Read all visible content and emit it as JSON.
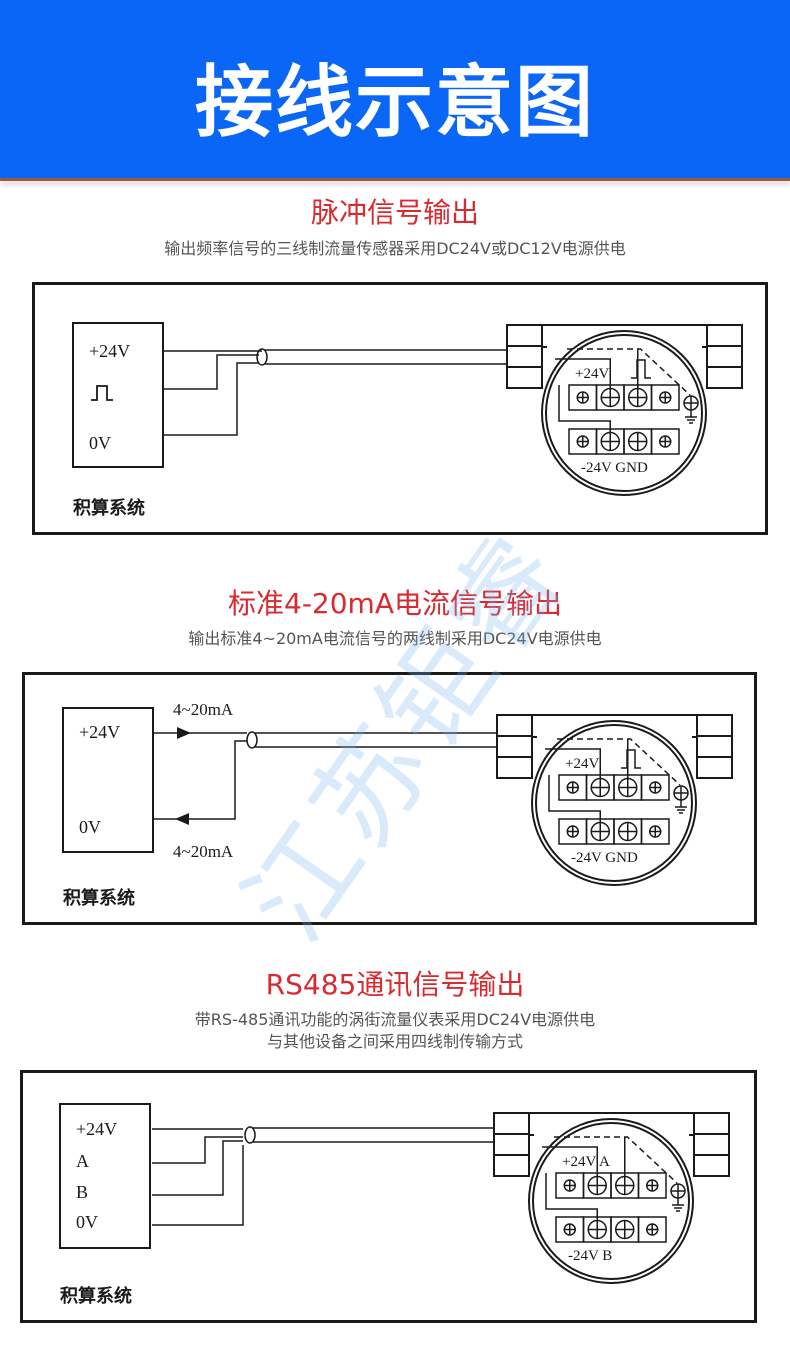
{
  "header": {
    "title": "接线示意图"
  },
  "watermark": "江苏钜睿",
  "sections": [
    {
      "title": "脉冲信号输出",
      "subtitle": [
        "输出频率信号的三线制流量传感器采用DC24V或DC12V电源供电"
      ],
      "system_labels": [
        "+24V",
        "⎍",
        "0V"
      ],
      "system_name": "积算系统",
      "sensor_top_label": "+24V",
      "sensor_top_symbol": "⎍",
      "sensor_bottom_label": "-24V GND",
      "wire_labels": []
    },
    {
      "title": "标准4-20mA电流信号输出",
      "subtitle": [
        "输出标准4~20mA电流信号的两线制采用DC24V电源供电"
      ],
      "system_labels": [
        "+24V",
        "0V"
      ],
      "system_name": "积算系统",
      "sensor_top_label": "+24V",
      "sensor_top_symbol": "⎍",
      "sensor_bottom_label": "-24V GND",
      "wire_labels": [
        "4~20mA",
        "4~20mA"
      ]
    },
    {
      "title": "RS485通讯信号输出",
      "subtitle": [
        "带RS-485通讯功能的涡街流量仪表采用DC24V电源供电",
        "与其他设备之间采用四线制传输方式"
      ],
      "system_labels": [
        "+24V",
        "A",
        "B",
        "0V"
      ],
      "system_name": "积算系统",
      "sensor_top_label": "+24V   A",
      "sensor_top_symbol": "",
      "sensor_bottom_label": "-24V   B",
      "wire_labels": []
    }
  ],
  "colors": {
    "header": "#0a66f7",
    "section_title": "#d92a30",
    "line": "#1a1a1a"
  }
}
